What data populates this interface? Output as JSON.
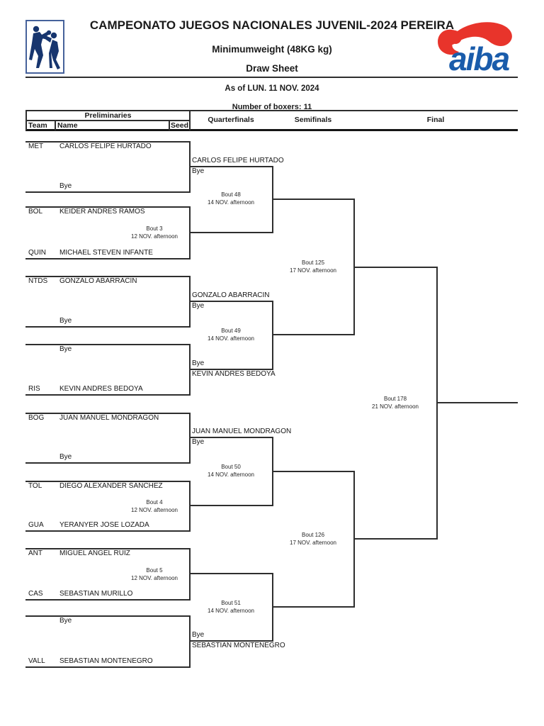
{
  "header": {
    "title": "CAMPEONATO JUEGOS NACIONALES JUVENIL-2024 PEREIRA",
    "weight_class": "Minimumweight (48KG kg)",
    "sheet_title": "Draw Sheet",
    "as_of": "As of LUN. 11 NOV. 2024",
    "boxer_count": "Number of boxers: 11"
  },
  "logos": {
    "aiba_text": "aiba",
    "aiba_blue": "#1a5cab",
    "aiba_red": "#e8342b",
    "boxer_navy": "#17356e"
  },
  "table_header": {
    "preliminaries": "Preliminaries",
    "team": "Team",
    "name": "Name",
    "seed": "Seed",
    "quarterfinals": "Quarterfinals",
    "semifinals": "Semifinals",
    "final": "Final"
  },
  "bracket": {
    "prelims": [
      {
        "top_team": "MET",
        "top_name": "CARLOS FELIPE HURTADO",
        "bottom_name": "Bye"
      },
      {
        "top_team": "BOL",
        "top_name": "KEIDER ANDRES RAMOS",
        "bottom_team": "QUIN",
        "bottom_name": "MICHAEL STEVEN INFANTE",
        "bout": "Bout 3",
        "schedule": "12 NOV. afternoon"
      },
      {
        "top_team": "NTDS",
        "top_name": "GONZALO ABARRACIN",
        "bottom_name": "Bye"
      },
      {
        "top_name": "Bye",
        "bottom_team": "RIS",
        "bottom_name": "KEVIN ANDRES BEDOYA"
      },
      {
        "top_team": "BOG",
        "top_name": "JUAN MANUEL MONDRAGON",
        "bottom_name": "Bye"
      },
      {
        "top_team": "TOL",
        "top_name": "DIEGO ALEXANDER SANCHEZ",
        "bottom_team": "GUA",
        "bottom_name": "YERANYER JOSE LOZADA",
        "bout": "Bout 4",
        "schedule": "12 NOV. afternoon"
      },
      {
        "top_team": "ANT",
        "top_name": "MIGUEL ANGEL RUIZ",
        "bottom_team": "CAS",
        "bottom_name": "SEBASTIAN MURILLO",
        "bout": "Bout 5",
        "schedule": "12 NOV. afternoon"
      },
      {
        "top_name": "Bye",
        "bottom_team": "VALL",
        "bottom_name": "SEBASTIAN MONTENEGRO"
      }
    ],
    "quarterfinals": [
      {
        "winner_top": "CARLOS FELIPE HURTADO",
        "winner_top_sub": "Bye",
        "bout": "Bout 48",
        "schedule": "14 NOV. afternoon"
      },
      {
        "winner_top": "GONZALO ABARRACIN",
        "winner_top_sub": "Bye",
        "winner_bottom_pre": "Bye",
        "winner_bottom": "KEVIN ANDRES BEDOYA",
        "bout": "Bout 49",
        "schedule": "14 NOV. afternoon"
      },
      {
        "winner_top": "JUAN MANUEL MONDRAGON",
        "winner_top_sub": "Bye",
        "bout": "Bout 50",
        "schedule": "14 NOV. afternoon"
      },
      {
        "winner_bottom_pre": "Bye",
        "winner_bottom": "SEBASTIAN MONTENEGRO",
        "bout": "Bout 51",
        "schedule": "14 NOV. afternoon"
      }
    ],
    "semifinals": [
      {
        "bout": "Bout 125",
        "schedule": "17 NOV. afternoon"
      },
      {
        "bout": "Bout 126",
        "schedule": "17 NOV. afternoon"
      }
    ],
    "final": {
      "bout": "Bout 178",
      "schedule": "21 NOV. afternoon"
    }
  }
}
